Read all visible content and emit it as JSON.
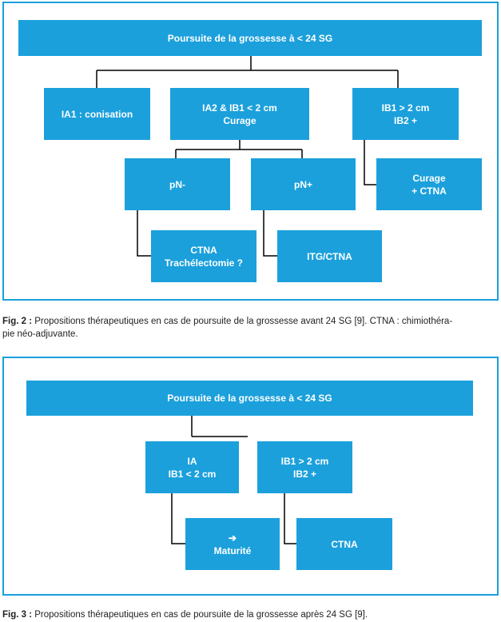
{
  "figure2": {
    "root": "Poursuite de la grossesse à < 24 SG",
    "ia1": "IA1 : conisation",
    "ia2": [
      "IA2 & IB1 < 2 cm",
      "Curage"
    ],
    "ib1": [
      "IB1 > 2 cm",
      "IB2 +"
    ],
    "pn_minus": "pN-",
    "pn_plus": "pN+",
    "curage_ctna": [
      "Curage",
      "+ CTNA"
    ],
    "ctna_trach": [
      "CTNA",
      "Trachélectomie ?"
    ],
    "itg": "ITG/CTNA",
    "caption_label": "Fig. 2 :",
    "caption_text": "Propositions thérapeutiques en cas de poursuite de la grossesse avant 24 SG [9]. CTNA : chimiothéra-",
    "caption_text2": "pie néo-adjuvante."
  },
  "figure3": {
    "root": "Poursuite de la grossesse à < 24 SG",
    "ia": [
      "IA",
      "IB1 < 2 cm"
    ],
    "ib1": [
      "IB1 > 2 cm",
      "IB2 +"
    ],
    "maturite": [
      "➔",
      "Maturité"
    ],
    "ctna": "CTNA",
    "caption_label": "Fig. 3 :",
    "caption_text": "Propositions thérapeutiques en cas de poursuite de la grossesse après 24 SG [9]."
  },
  "colors": {
    "box": "#1ba0dc",
    "line": "#000000",
    "text": "#ffffff"
  }
}
